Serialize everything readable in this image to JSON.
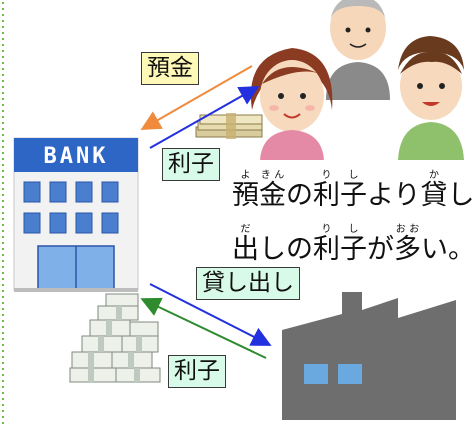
{
  "labels": {
    "deposit": "預金",
    "interest_top": "利子",
    "loan": "貸し出し",
    "interest_bottom": "利子"
  },
  "bank": {
    "sign": "BANK"
  },
  "caption": {
    "line1": [
      {
        "text": "預",
        "ruby": "よ"
      },
      {
        "text": "金",
        "ruby": "きん"
      },
      {
        "text": "の",
        "ruby": ""
      },
      {
        "text": "利",
        "ruby": "り"
      },
      {
        "text": "子",
        "ruby": "し"
      },
      {
        "text": "より",
        "ruby": ""
      },
      {
        "text": "貸",
        "ruby": "か"
      },
      {
        "text": "し",
        "ruby": ""
      }
    ],
    "line2": [
      {
        "text": "出",
        "ruby": "だ"
      },
      {
        "text": "しの",
        "ruby": ""
      },
      {
        "text": "利",
        "ruby": "り"
      },
      {
        "text": "子",
        "ruby": "し"
      },
      {
        "text": "が",
        "ruby": ""
      },
      {
        "text": "多",
        "ruby": "おお"
      },
      {
        "text": "い。",
        "ruby": ""
      }
    ]
  },
  "colors": {
    "deposit_arrow": "#f08a3c",
    "interest_arrow_top": "#2230e0",
    "loan_arrow": "#2230e0",
    "interest_arrow_bottom": "#2e8b2e",
    "label_yellow": "#fff9b8",
    "label_mint": "#d8fae8",
    "building_blue": "#4a7fd0",
    "factory_gray": "#6e6e6e"
  }
}
